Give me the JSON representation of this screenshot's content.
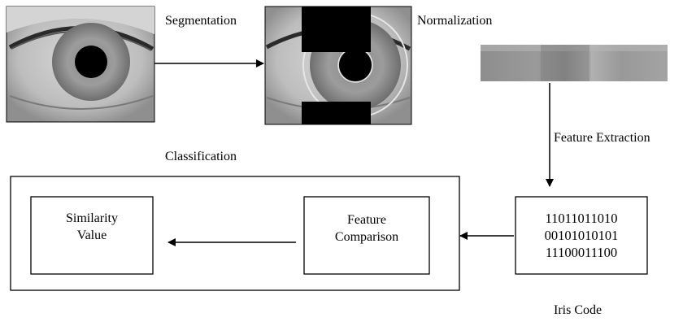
{
  "labels": {
    "segmentation": "Segmentation",
    "normalization": "Normalization",
    "feature_extraction": "Feature Extraction",
    "classification": "Classification",
    "iris_code": "Iris Code"
  },
  "boxes": {
    "similarity_line1": "Similarity",
    "similarity_line2": "Value",
    "comparison_line1": "Feature",
    "comparison_line2": "Comparison"
  },
  "iris_code_bits": [
    "11011011010",
    "00101010101",
    "11100011100"
  ],
  "colors": {
    "stroke": "#000000",
    "background": "#ffffff"
  }
}
